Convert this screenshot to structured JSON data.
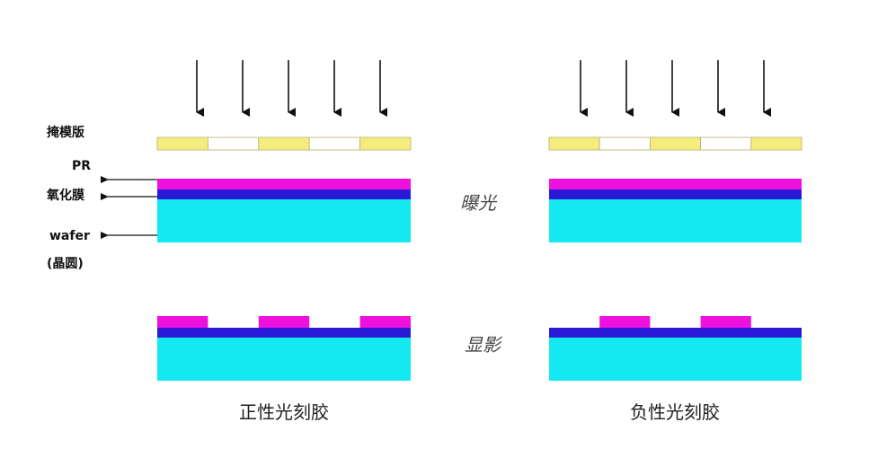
{
  "labels": {
    "mask": "掩模版",
    "pr": "PR",
    "oxide": "氧化膜",
    "wafer": "wafer",
    "wafer_cn": "(晶圆)",
    "exposure": "曝光",
    "develop": "显影",
    "positive": "正性光刻胶",
    "negative": "负性光刻胶"
  },
  "colors": {
    "mask_opaque": "#f5ec7e",
    "mask_clear": "#ffffff",
    "photoresist": "#ee10dc",
    "oxide": "#2a1ad8",
    "wafer": "#14e8f0",
    "arrow": "#111111"
  },
  "mask_pattern": [
    "opaque",
    "clear",
    "opaque",
    "clear",
    "opaque"
  ],
  "positive_developed_pattern": [
    1,
    0,
    1,
    0,
    1
  ],
  "negative_developed_pattern": [
    0,
    1,
    0,
    1,
    0
  ],
  "arrow_count": 5
}
